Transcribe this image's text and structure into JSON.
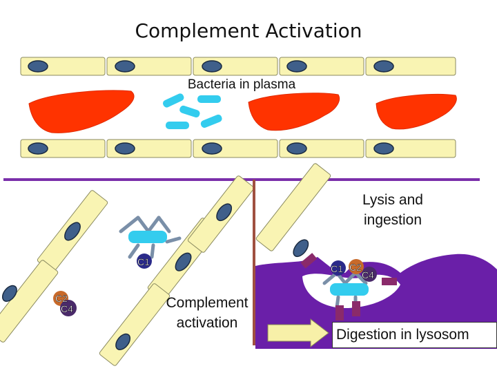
{
  "title": "Complement Activation",
  "labels": {
    "bacteria_in_plasma": "Bacteria in plasma",
    "lysis_and_ingestion": "Lysis and ingestion",
    "complement_activation": "Complement activation",
    "digestion_in_lysosome": "Digestion in lysosom"
  },
  "proteins": {
    "c1_left": "C1",
    "c2_left": "C2",
    "c4_left": "C4",
    "c1_right": "C1",
    "c2_right": "C2",
    "c4_right": "C4"
  },
  "colors": {
    "endothelial_cell": "#f9f4b3",
    "nucleus": "#3f5f8a",
    "red_blood_cell": "#ff3300",
    "bacteria": "#33ccee",
    "divider": "#7a2faa",
    "vessel_wall_line": "#a05040",
    "phagocyte": "#6a1fa8",
    "c1_protein": "#2a2a8a",
    "c2_protein": "#c86a2a",
    "c4_protein": "#4a2a6a",
    "arrow": "#f7f0a8"
  }
}
